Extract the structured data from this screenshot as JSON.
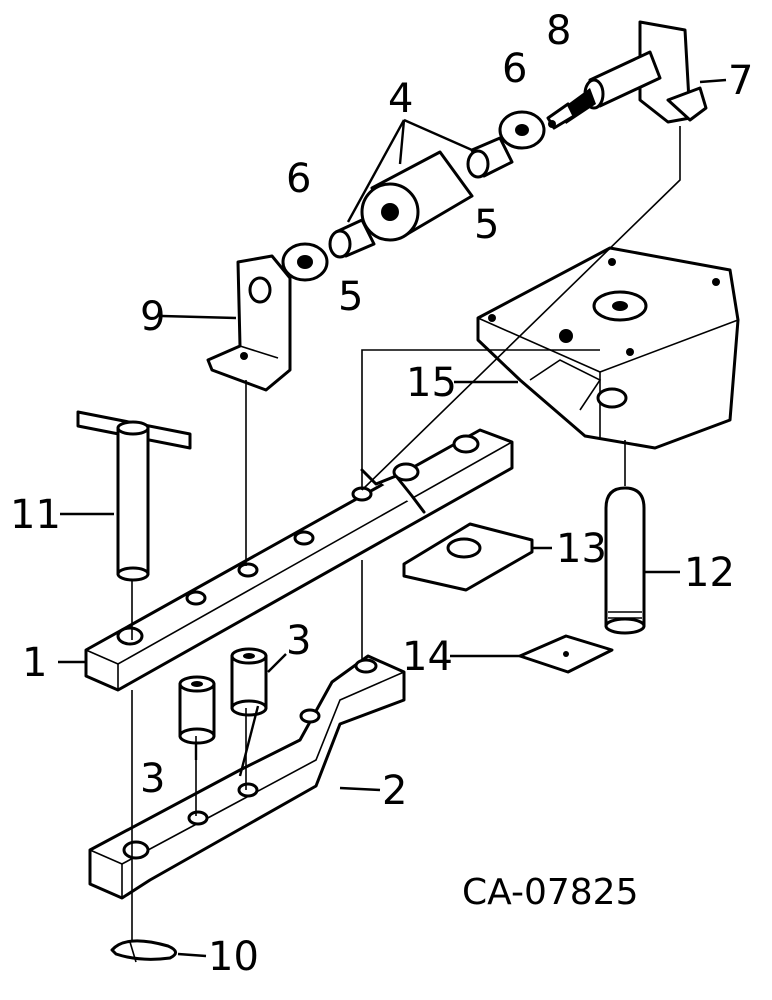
{
  "diagram": {
    "drawing_code": "CA-07825",
    "labels": {
      "l1": "1",
      "l2": "2",
      "l3a": "3",
      "l3b": "3",
      "l4": "4",
      "l5a": "5",
      "l5b": "5",
      "l6a": "6",
      "l6b": "6",
      "l7": "7",
      "l8": "8",
      "l9": "9",
      "l10": "10",
      "l11": "11",
      "l12": "12",
      "l13": "13",
      "l14": "14",
      "l15": "15"
    }
  }
}
